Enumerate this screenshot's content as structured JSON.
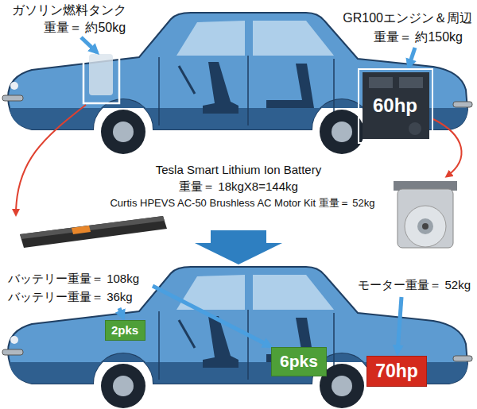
{
  "diagram": {
    "nodes": [
      {
        "text": [
          "60hp"
        ]
      },
      {
        "text": [
          "2pks"
        ]
      },
      {
        "text": [
          "6pks"
        ]
      },
      {
        "text": [
          "70hp"
        ]
      }
    ],
    "labels": [
      "ガソリン燃料タンク",
      "重量＝ 約50kg",
      "GR100エンジン＆周辺",
      "重量＝ 約150kg",
      "Tesla Smart Lithium Ion Battery",
      "重量＝ 18kgX8=144kg",
      "Curtis HPEVS AC-50 Brushless AC Motor Kit 重量＝ 52kg",
      "バッテリー重量＝ 108kg",
      "バッテリー重量＝ 36kg",
      "モーター重量＝ 52kg"
    ]
  }
}
